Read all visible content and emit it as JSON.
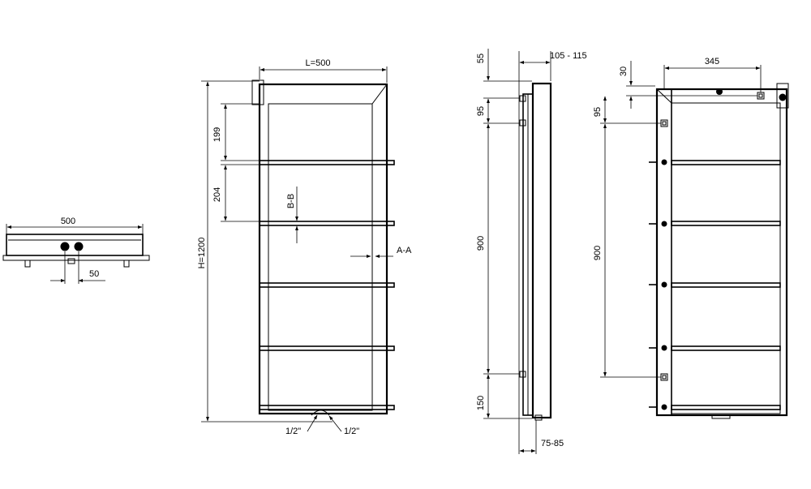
{
  "top_view": {
    "width_label": "500",
    "spacing_label": "50"
  },
  "front_view": {
    "width_label": "L=500",
    "height_label": "H=1200",
    "top_gap_label": "199",
    "bar_gap_label": "204",
    "section_bb_label": "B-B",
    "section_aa_label": "A-A",
    "connection_left_label": "1/2\"",
    "connection_right_label": "1/2\""
  },
  "side_view": {
    "top_offset_label": "55",
    "depth_label": "105 - 115",
    "bracket_gap_label": "95",
    "mount_distance_label": "900",
    "bottom_label": "150",
    "wall_gap_label": "75-85"
  },
  "rear_view": {
    "width_label": "345",
    "top_offset_label": "30",
    "bracket_gap_label": "95",
    "mount_distance_label": "900"
  }
}
